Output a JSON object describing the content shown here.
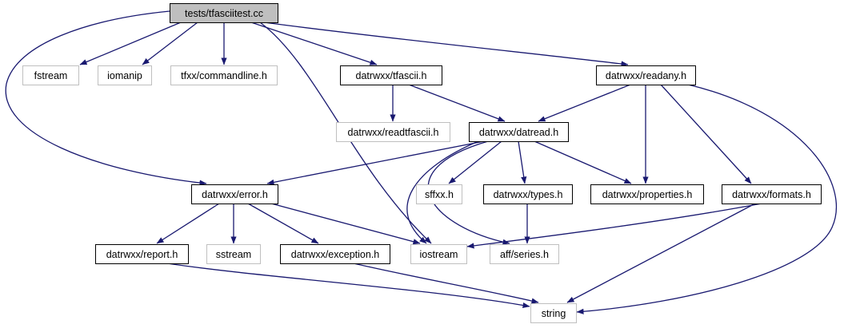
{
  "graph": {
    "colors": {
      "edge": "#191970",
      "root_fill": "#bfbfbf",
      "normal_border": "#000000",
      "external_border": "#bfbfbf",
      "text": "#000000"
    },
    "nodes": [
      {
        "id": "tfasciitest",
        "label": "tests/tfasciitest.cc",
        "style": "root"
      },
      {
        "id": "fstream",
        "label": "fstream",
        "style": "external"
      },
      {
        "id": "iomanip",
        "label": "iomanip",
        "style": "external"
      },
      {
        "id": "commandline",
        "label": "tfxx/commandline.h",
        "style": "external"
      },
      {
        "id": "tfascii",
        "label": "datrwxx/tfascii.h",
        "style": "normal"
      },
      {
        "id": "readany",
        "label": "datrwxx/readany.h",
        "style": "normal"
      },
      {
        "id": "readtfascii",
        "label": "datrwxx/readtfascii.h",
        "style": "external"
      },
      {
        "id": "datread",
        "label": "datrwxx/datread.h",
        "style": "normal"
      },
      {
        "id": "error",
        "label": "datrwxx/error.h",
        "style": "normal"
      },
      {
        "id": "sffxx",
        "label": "sffxx.h",
        "style": "external"
      },
      {
        "id": "types",
        "label": "datrwxx/types.h",
        "style": "normal"
      },
      {
        "id": "properties",
        "label": "datrwxx/properties.h",
        "style": "normal"
      },
      {
        "id": "formats",
        "label": "datrwxx/formats.h",
        "style": "normal"
      },
      {
        "id": "report",
        "label": "datrwxx/report.h",
        "style": "normal"
      },
      {
        "id": "sstream",
        "label": "sstream",
        "style": "external"
      },
      {
        "id": "exception",
        "label": "datrwxx/exception.h",
        "style": "normal"
      },
      {
        "id": "iostream",
        "label": "iostream",
        "style": "external"
      },
      {
        "id": "series",
        "label": "aff/series.h",
        "style": "external"
      },
      {
        "id": "string",
        "label": "string",
        "style": "external"
      }
    ],
    "edges": [
      {
        "from": "tfasciitest",
        "to": "fstream"
      },
      {
        "from": "tfasciitest",
        "to": "iomanip"
      },
      {
        "from": "tfasciitest",
        "to": "commandline"
      },
      {
        "from": "tfasciitest",
        "to": "tfascii"
      },
      {
        "from": "tfasciitest",
        "to": "readany"
      },
      {
        "from": "tfasciitest",
        "to": "error"
      },
      {
        "from": "tfasciitest",
        "to": "iostream"
      },
      {
        "from": "tfascii",
        "to": "readtfascii"
      },
      {
        "from": "tfascii",
        "to": "datread"
      },
      {
        "from": "readany",
        "to": "datread"
      },
      {
        "from": "readany",
        "to": "properties"
      },
      {
        "from": "readany",
        "to": "formats"
      },
      {
        "from": "readany",
        "to": "string"
      },
      {
        "from": "datread",
        "to": "error"
      },
      {
        "from": "datread",
        "to": "sffxx"
      },
      {
        "from": "datread",
        "to": "types"
      },
      {
        "from": "datread",
        "to": "properties"
      },
      {
        "from": "datread",
        "to": "iostream"
      },
      {
        "from": "datread",
        "to": "series"
      },
      {
        "from": "error",
        "to": "report"
      },
      {
        "from": "error",
        "to": "sstream"
      },
      {
        "from": "error",
        "to": "exception"
      },
      {
        "from": "error",
        "to": "iostream"
      },
      {
        "from": "types",
        "to": "series"
      },
      {
        "from": "formats",
        "to": "iostream"
      },
      {
        "from": "formats",
        "to": "string"
      },
      {
        "from": "report",
        "to": "string"
      },
      {
        "from": "exception",
        "to": "string"
      }
    ]
  }
}
